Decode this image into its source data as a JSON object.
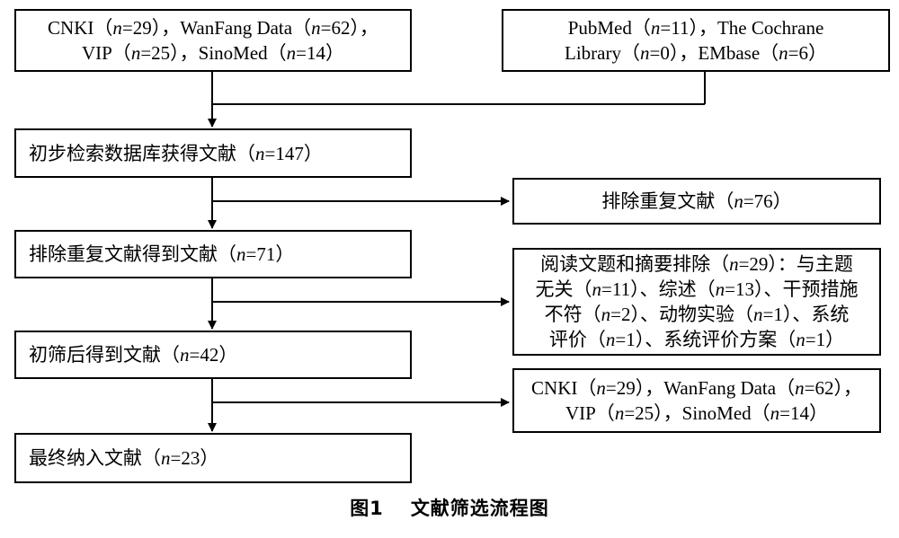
{
  "boxes": {
    "source_cn": [
      "CNKI（n=29），WanFang Data（n=62），",
      "VIP（n=25），SinoMed（n=14）"
    ],
    "source_en": [
      "PubMed（n=11），The Cochrane",
      "Library（n=0），EMbase（n=6）"
    ],
    "initial": [
      "初步检索数据库获得文献（n=147）"
    ],
    "dup_excluded": [
      "排除重复文献（n=76）"
    ],
    "after_dedup": [
      "排除重复文献得到文献（n=71）"
    ],
    "title_abstract_excluded": [
      "阅读文题和摘要排除（n=29）：与主题",
      "无关（n=11）、综述（n=13）、干预措施",
      "不符（n=2）、动物实验（n=1）、系统",
      "评价（n=1）、系统评价方案（n=1）"
    ],
    "after_screen": [
      "初筛后得到文献（n=42）"
    ],
    "fulltext_excluded": [
      "CNKI（n=29），WanFang Data（n=62），",
      "VIP（n=25），SinoMed（n=14）"
    ],
    "final": [
      "最终纳入文献（n=23）"
    ]
  },
  "caption": {
    "number": "图1",
    "title": "文献筛选流程图"
  }
}
